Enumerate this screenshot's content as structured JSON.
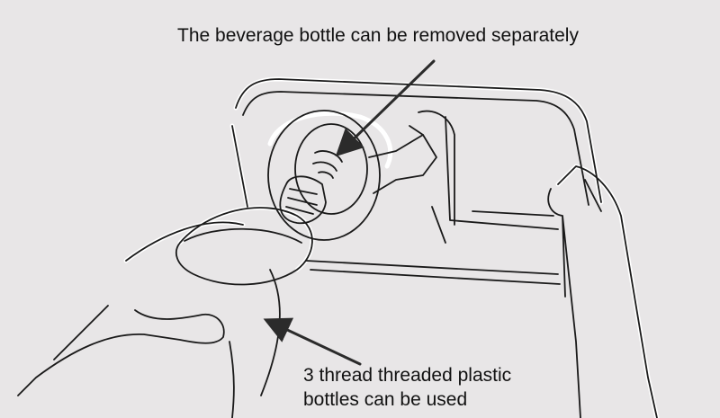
{
  "annotations": {
    "top": "The beverage bottle can be removed separately",
    "bottom_line1": "3 thread threaded plastic",
    "bottom_line2": "bottles can be used"
  },
  "colors": {
    "background": "#e8e6e7",
    "outline": "#1a1a1a",
    "halo": "#ffffff",
    "arrow": "#2b2b2b"
  }
}
